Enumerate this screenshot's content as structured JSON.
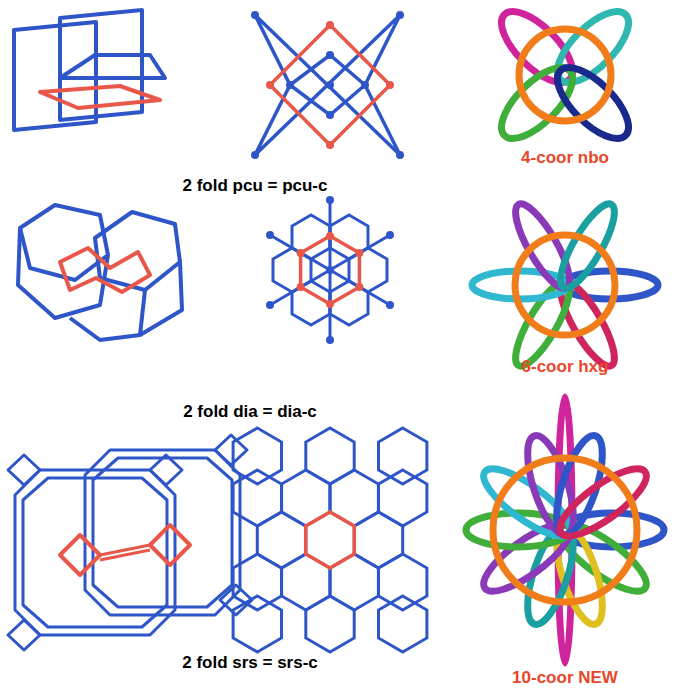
{
  "diagram": {
    "labels": [
      "4-coor nbo",
      "2 fold pcu = pcu-c",
      "6-coor hxg",
      "2 fold dia = dia-c",
      "2 fold srs = srs-c",
      "10-coor NEW"
    ]
  }
}
